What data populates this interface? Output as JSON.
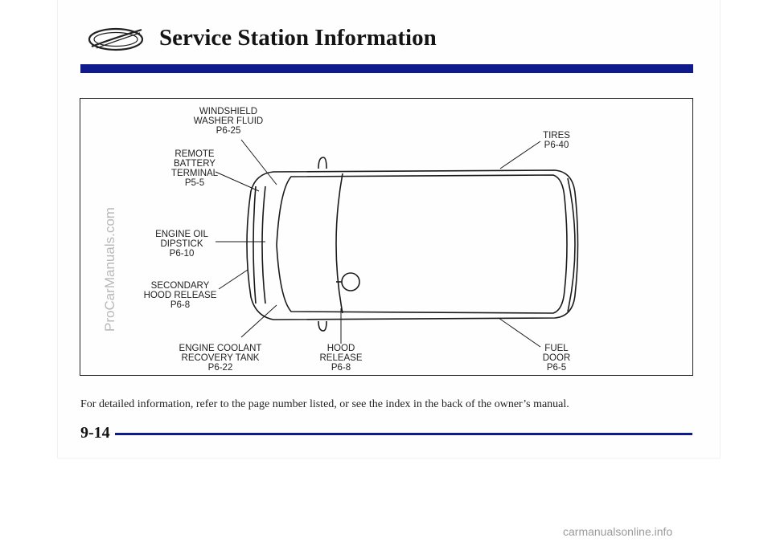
{
  "header": {
    "logo_icon": "oldsmobile-rocket-emblem-icon",
    "title": "Service Station Information"
  },
  "diagram": {
    "vehicle_icon": "vehicle-top-view-icon",
    "labels": {
      "washer_fluid": "WINDSHIELD\nWASHER FLUID\nP6-25",
      "remote_battery": "REMOTE\nBATTERY\nTERMINAL\nP5-5",
      "engine_oil": "ENGINE OIL\nDIPSTICK\nP6-10",
      "secondary_hood": "SECONDARY\nHOOD RELEASE\nP6-8",
      "coolant": "ENGINE COOLANT\nRECOVERY TANK\nP6-22",
      "hood_release": "HOOD\nRELEASE\nP6-8",
      "tires": "TIRES\nP6-40",
      "fuel_door": "FUEL\nDOOR\nP6-5"
    }
  },
  "caption": "For detailed information, refer to the page number listed, or see the index in the back of the owner’s manual.",
  "footer": {
    "page_number": "9-14"
  },
  "watermarks": {
    "side": "ProCarManuals.com",
    "bottom": "carmanualsonline.info"
  },
  "colors": {
    "accent_rule": "#0f1a8c"
  }
}
